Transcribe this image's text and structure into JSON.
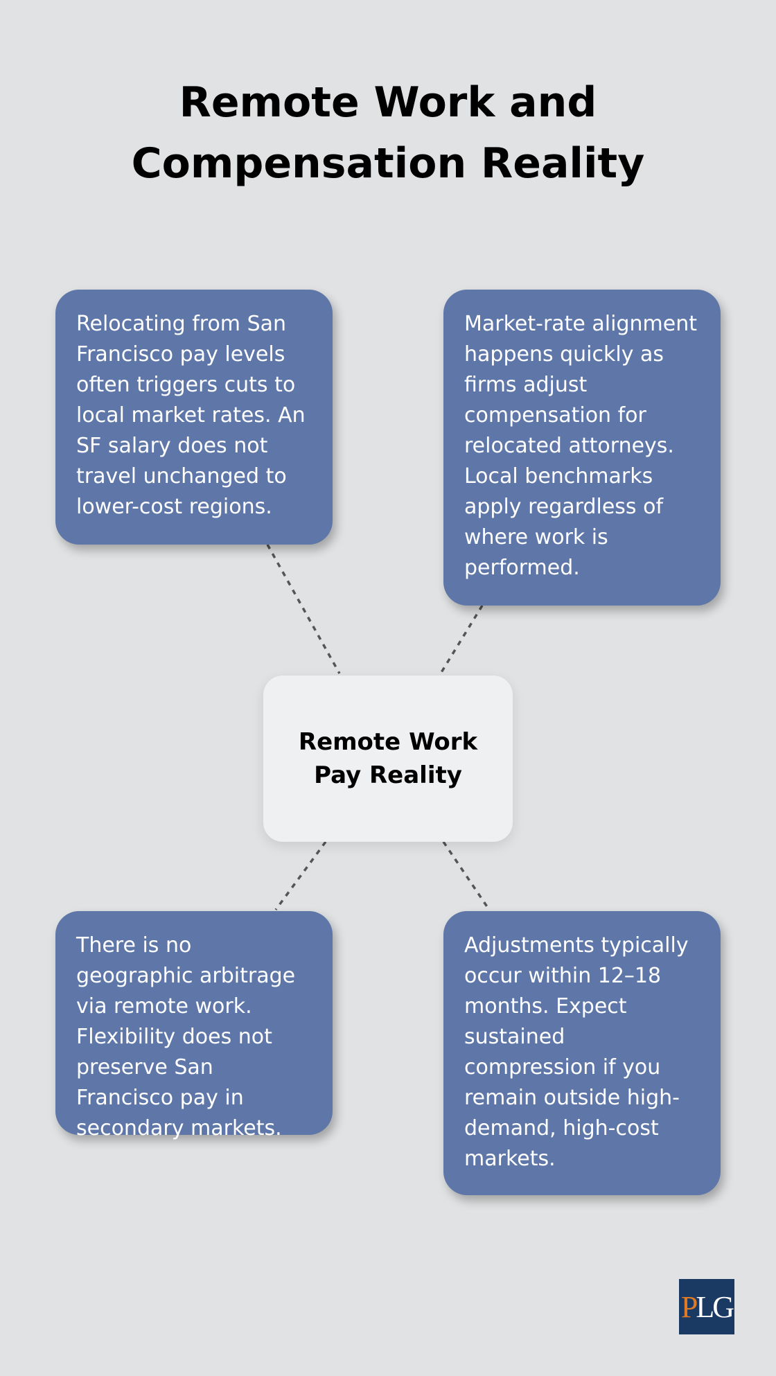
{
  "title": {
    "line1": "Remote Work and",
    "line2": "Compensation Reality"
  },
  "center": {
    "line1": "Remote Work",
    "line2": "Pay Reality"
  },
  "cards": {
    "top_left": "Relocating from San Francisco pay levels often triggers cuts to local market rates. An SF salary does not travel unchanged to lower-cost regions.",
    "top_right": "Market-rate alignment happens quickly as firms adjust compensation for relocated attorneys. Local benchmarks apply regardless of where work is performed.",
    "bottom_left": "There is no geographic arbitrage via remote work. Flexibility does not preserve San Francisco pay in secondary markets.",
    "bottom_right": "Adjustments typically occur within 12–18 months. Expect sustained compression if you remain outside high-demand, high-cost markets."
  },
  "logo": {
    "p": "P",
    "l": "L",
    "g": "G"
  },
  "colors": {
    "background": "#e1e2e3",
    "card": "#5e77a8",
    "center_box": "#eff0f2",
    "connector": "#555555",
    "logo_bg": "#1a3a64",
    "logo_accent": "#e07a24"
  }
}
